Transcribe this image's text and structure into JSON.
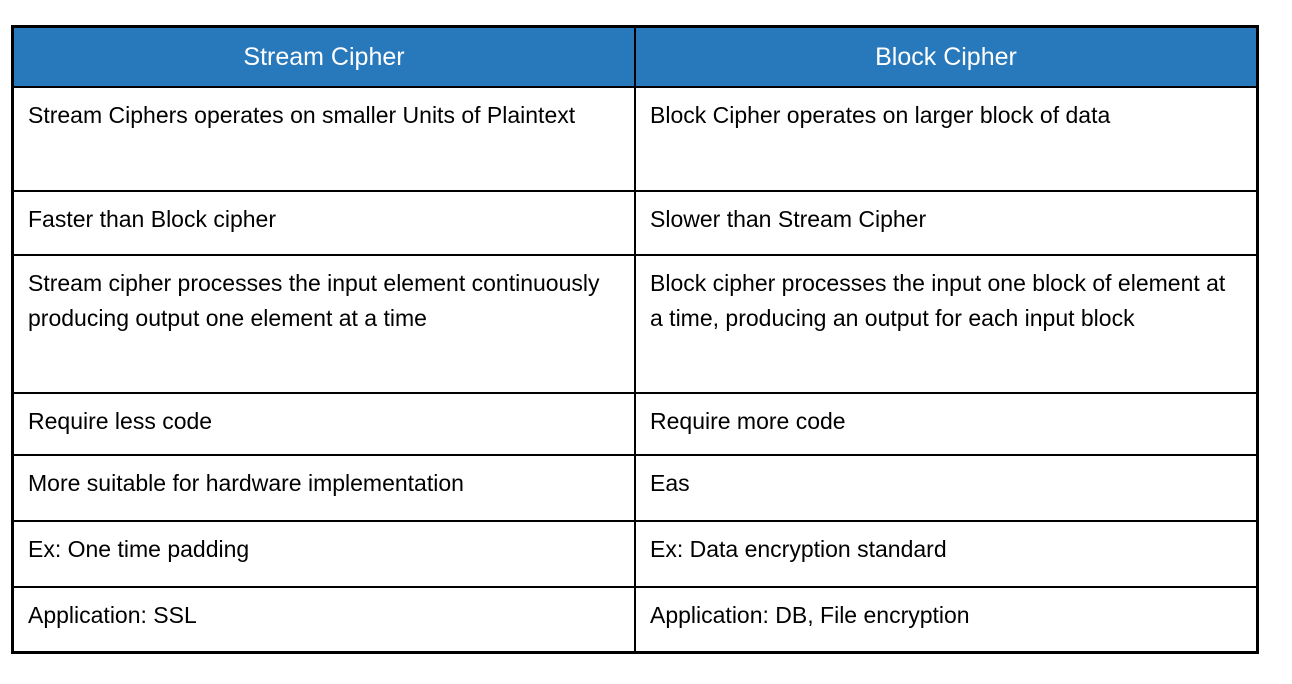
{
  "table": {
    "title": "Stream Cipher vs Block Cipher comparison table",
    "colors": {
      "header_bg": "#2878BC",
      "header_text": "#FFFFFF",
      "border": "#000000",
      "body_text": "#000000"
    },
    "headers": [
      "Stream Cipher",
      "Block Cipher"
    ],
    "rows": [
      [
        "Stream Ciphers operates on smaller Units of Plaintext",
        "Block Cipher operates on larger block of data"
      ],
      [
        "Faster than Block cipher",
        "Slower than Stream Cipher"
      ],
      [
        "Stream cipher processes the input element continuously producing output one element at a time",
        "Block cipher processes the input one block of element at a time, producing an output for each input block"
      ],
      [
        "Require less code",
        "Require more code"
      ],
      [
        "More suitable for hardware implementation",
        "Eas"
      ],
      [
        "Ex: One time padding",
        "Ex: Data encryption standard"
      ],
      [
        "Application: SSL",
        "Application: DB, File encryption"
      ]
    ]
  }
}
